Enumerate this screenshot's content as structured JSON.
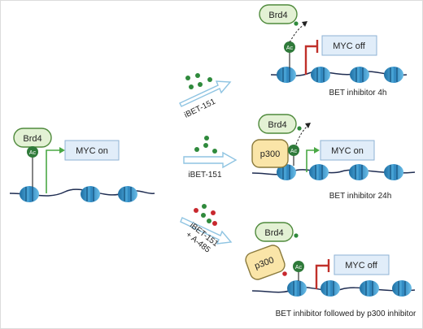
{
  "labels": {
    "brd4": "Brd4",
    "ac": "Ac",
    "p300": "p300",
    "myc_on": "MYC on",
    "myc_off": "MYC off",
    "ibet151": "iBET-151",
    "ibet151_line1": "iBET-151",
    "a485_line2": "+ A-485"
  },
  "captions": {
    "top": "BET inhibitor 4h",
    "middle": "BET inhibitor 24h",
    "bottom": "BET inhibitor followed by p300 inhibitor"
  },
  "colors": {
    "brd4_fill": "#e3f1d4",
    "brd4_stroke": "#4f8a3c",
    "ac": "#2f7a3a",
    "p300_fill": "#fae5a8",
    "p300_stroke": "#8a7a3c",
    "box_fill": "#e1edf9",
    "box_stroke": "#8eb2d4",
    "arrow_on": "#4aa845",
    "arrow_off": "#c0302a",
    "nucleosome": "#3c8fbf",
    "dna": "#1f2d52",
    "green_dot": "#2f8a3c",
    "red_dot": "#c8282e",
    "big_arrow_stroke": "#8fc4e2"
  }
}
